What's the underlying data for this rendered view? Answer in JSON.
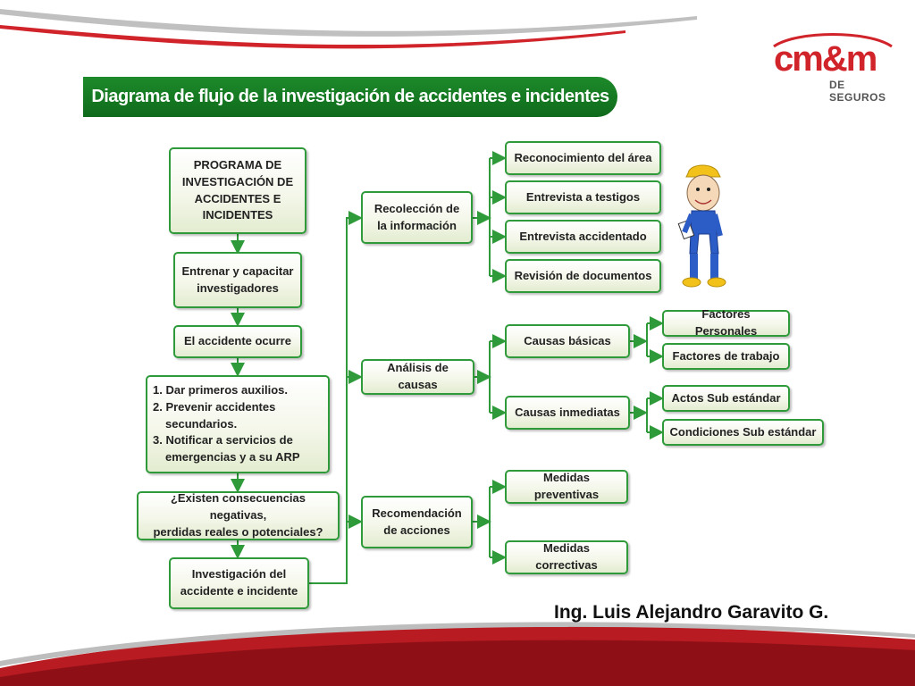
{
  "title": "Diagrama de flujo de la investigación de accidentes e incidentes",
  "logo": {
    "mark": "cm&m",
    "subtitle": "DE SEGUROS"
  },
  "main_flow": {
    "programa": [
      "PROGRAMA DE",
      "INVESTIGACIÓN DE",
      "ACCIDENTES E",
      "INCIDENTES"
    ],
    "entrenar": [
      "Entrenar y capacitar",
      "investigadores"
    ],
    "accidente": "El accidente ocurre",
    "pasos": [
      "1. Dar primeros auxilios.",
      "2. Prevenir accidentes",
      "secundarios.",
      "3. Notificar a servicios de",
      "emergencias y a su ARP"
    ],
    "consecuencias": [
      "¿Existen consecuencias negativas,",
      "perdidas reales o potenciales?"
    ],
    "investigacion": [
      "Investigación del",
      "accidente e incidente"
    ]
  },
  "branches": {
    "recoleccion": [
      "Recolección de",
      "la información"
    ],
    "analisis": "Análisis de causas",
    "recomendacion": [
      "Recomendación",
      "de acciones"
    ]
  },
  "recoleccion_items": [
    "Reconocimiento del área",
    "Entrevista a testigos",
    "Entrevista accidentado",
    "Revisión de documentos"
  ],
  "causas": {
    "basicas": "Causas básicas",
    "inmediatas": "Causas inmediatas",
    "basicas_items": [
      "Factores Personales",
      "Factores de  trabajo"
    ],
    "inmediatas_items": [
      "Actos Sub  estándar",
      "Condiciones Sub  estándar"
    ]
  },
  "recomendacion_items": [
    "Medidas preventivas",
    "Medidas correctivas"
  ],
  "author": "Ing. Luis Alejandro Garavito G.",
  "colors": {
    "accent": "#2f9a3a",
    "title_bar": "#15801f",
    "brand": "#d0232a"
  }
}
